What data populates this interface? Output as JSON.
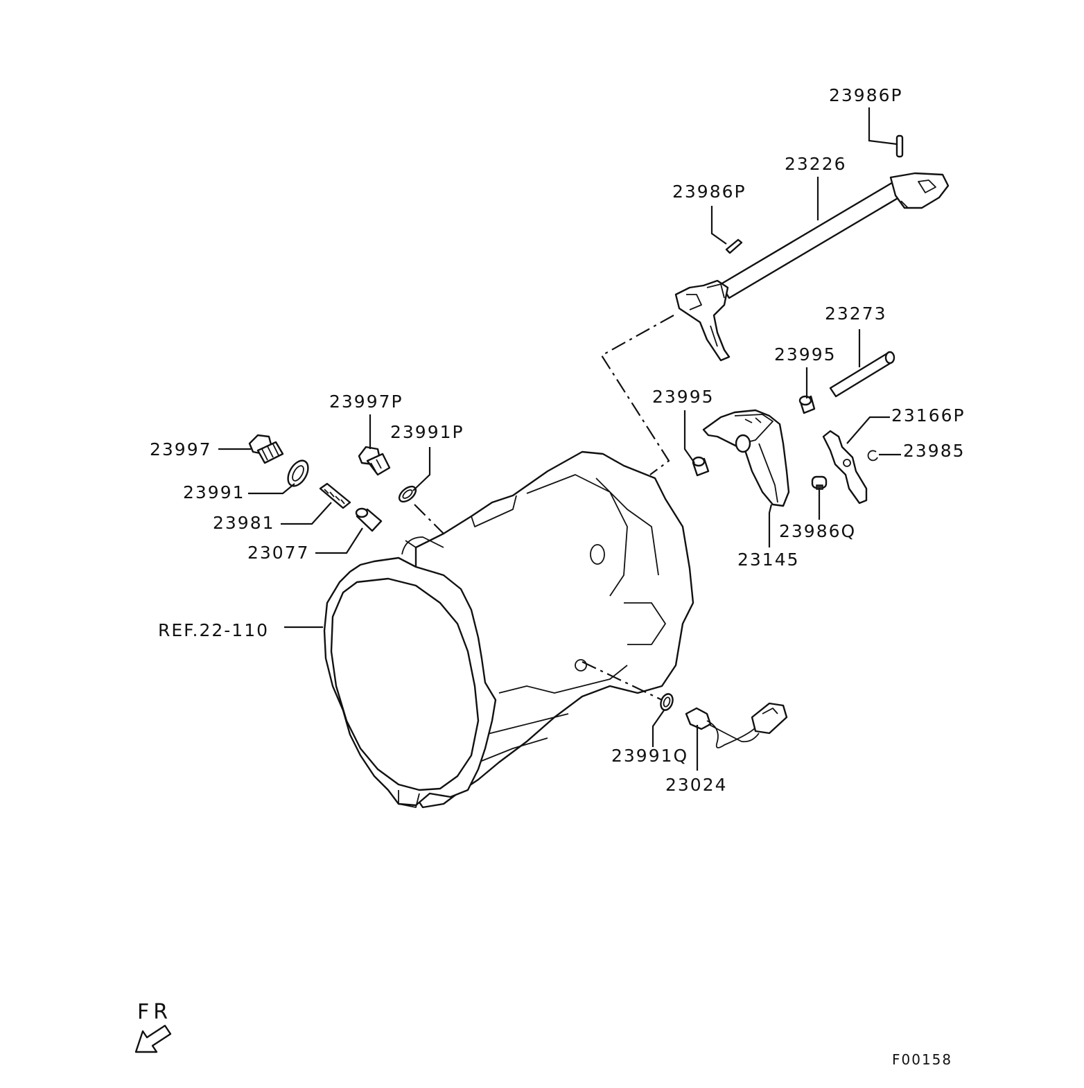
{
  "labels": {
    "p23986P_top": "23986P",
    "p23226": "23226",
    "p23986P_mid": "23986P",
    "p23273": "23273",
    "p23995_right": "23995",
    "p23995_left": "23995",
    "p23166P": "23166P",
    "p23985": "23985",
    "p23986Q": "23986Q",
    "p23145": "23145",
    "p23997P": "23997P",
    "p23991P": "23991P",
    "p23997": "23997",
    "p23991": "23991",
    "p23981": "23981",
    "p23077": "23077",
    "ref": "REF.22-110",
    "p23991Q": "23991Q",
    "p23024": "23024"
  },
  "orientation": {
    "text": "FR",
    "icon": "front-direction-arrow-icon"
  },
  "figure_code": "F00158"
}
